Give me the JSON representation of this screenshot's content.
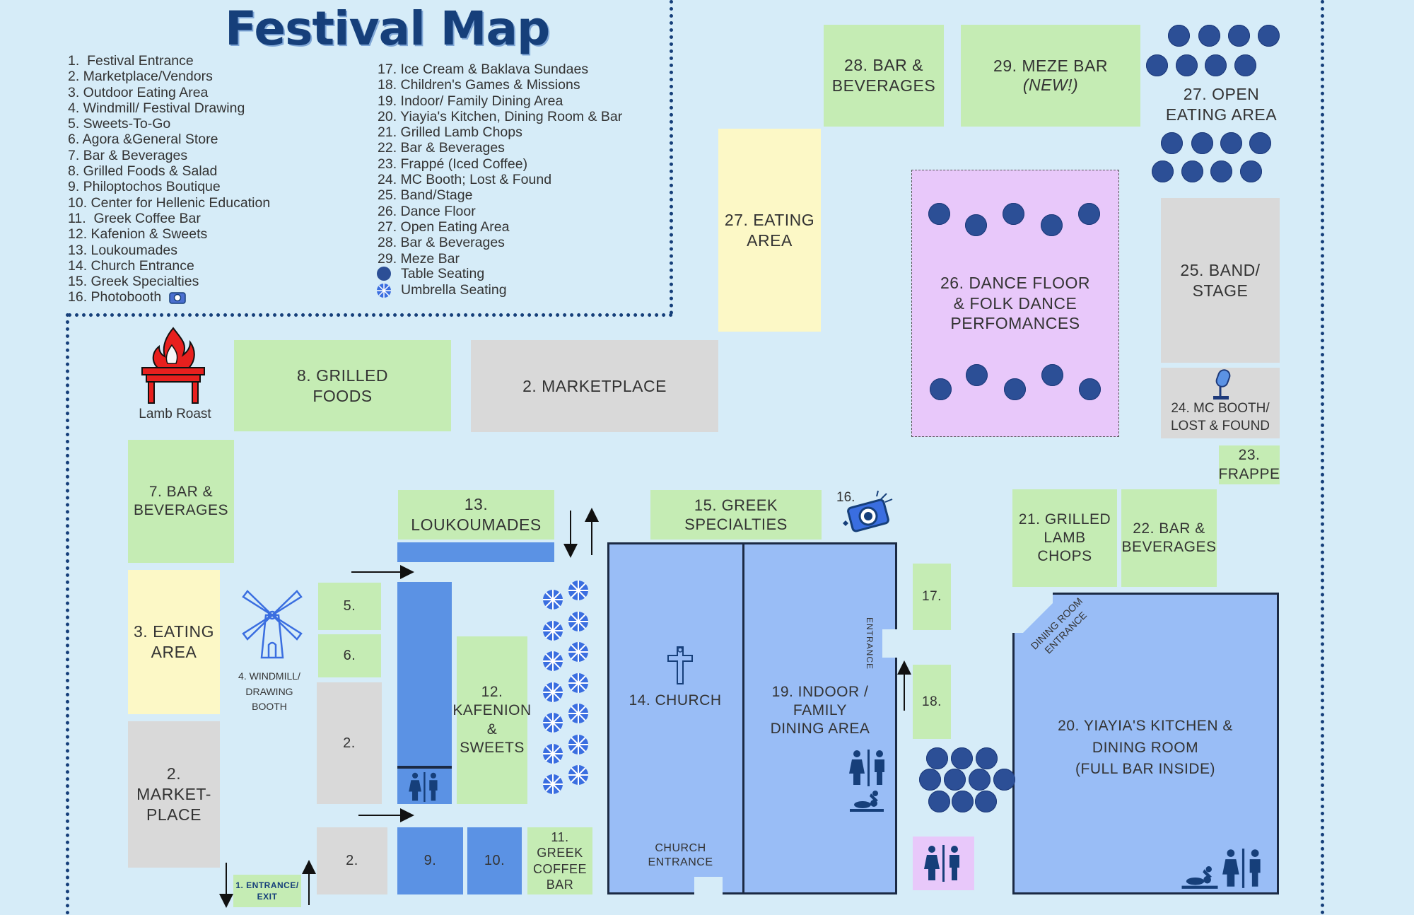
{
  "title": "Festival Map",
  "legend_left": [
    "1.  Festival Entrance",
    "2. Marketplace/Vendors",
    "3. Outdoor Eating Area",
    "4. Windmill/ Festival Drawing",
    "5. Sweets-To-Go",
    "6. Agora &General Store",
    "7. Bar & Beverages",
    "8. Grilled Foods & Salad",
    "9. Philoptochos Boutique",
    "10. Center for Hellenic Education",
    "11.  Greek Coffee Bar",
    "12. Kafenion & Sweets",
    "13. Loukoumades",
    "14. Church Entrance",
    "15. Greek Specialties",
    "16. Photobooth"
  ],
  "legend_right": [
    "17. Ice Cream & Baklava Sundaes",
    "18. Children's Games & Missions",
    "19. Indoor/ Family Dining Area",
    "20. Yiayia's Kitchen, Dining Room & Bar",
    "21. Grilled Lamb Chops",
    "22. Bar & Beverages",
    "23. Frappé (Iced Coffee)",
    "24. MC Booth; Lost & Found",
    "25. Band/Stage",
    "26. Dance Floor",
    "27. Open Eating Area",
    "28. Bar & Beverages",
    "29. Meze Bar"
  ],
  "legend_symbols": {
    "table": "Table Seating",
    "umbrella": "Umbrella Seating"
  },
  "zones": {
    "grilled_foods": "8. GRILLED\nFOODS",
    "marketplace_top": "2. MARKETPLACE",
    "eating_27": "27. EATING\nAREA",
    "bar_28": "28. BAR &\nBEVERAGES",
    "meze_29": "29. MEZE BAR",
    "meze_new": "(NEW!)",
    "open_eating_27": "27. OPEN\nEATING  AREA",
    "dance_floor": "26. DANCE FLOOR\n& FOLK DANCE\nPERFOMANCES",
    "band_stage": "25. BAND/\nSTAGE",
    "mc_booth": "24. MC  BOOTH/\nLOST & FOUND",
    "frappe": "23.\nFRAPPE",
    "lamb_roast": "Lamb Roast",
    "bar_7": "7. BAR &\nBEVERAGES",
    "eating_3": "3. EATING\nAREA",
    "market_left": "2. MARKET-\nPLACE",
    "windmill": "4. WINDMILL/\nDRAWING\nBOOTH",
    "stall_5": "5.",
    "stall_6": "6.",
    "stall_2a": "2.",
    "stall_2b": "2.",
    "entrance": "1. ENTRANCE/\nEXIT",
    "stall_9": "9.",
    "stall_10": "10.",
    "coffee_11": "11. GREEK\nCOFFEE\nBAR",
    "kafenion_12": "12.\nKAFENION\n& SWEETS",
    "loukoumades_13": "13. LOUKOUMADES",
    "specialties_15": "15. GREEK\nSPECIALTIES",
    "photobooth_16": "16.",
    "church_14": "14. CHURCH",
    "church_entrance": "CHURCH\nENTRANCE",
    "dining_19": "19. INDOOR / FAMILY\nDINING AREA",
    "entrance_side": "ENTRANCE",
    "stall_17": "17.",
    "stall_18": "18.",
    "lamb_21": "21. GRILLED\nLAMB\nCHOPS",
    "bar_22": "22. BAR &\nBEVERAGES",
    "kitchen_20": "20. YIAYIA'S KITCHEN &\nDINING ROOM\n(FULL BAR INSIDE)",
    "dining_room_entrance": "DINING ROOM\nENTRANCE"
  },
  "colors": {
    "green": "#c5ecb4",
    "yellow": "#fcf8c6",
    "gray": "#d9d9d9",
    "light_blue": "#99bdf6",
    "mid_blue": "#5b92e4",
    "lavender": "#e8c8fa",
    "navy": "#163f7a",
    "background": "#d6ecf8"
  },
  "icons": [
    "grill-fire-icon",
    "windmill-icon",
    "cross-icon",
    "camera-icon",
    "microphone-icon",
    "restroom-icon",
    "baby-changing-icon",
    "umbrella-icon"
  ]
}
